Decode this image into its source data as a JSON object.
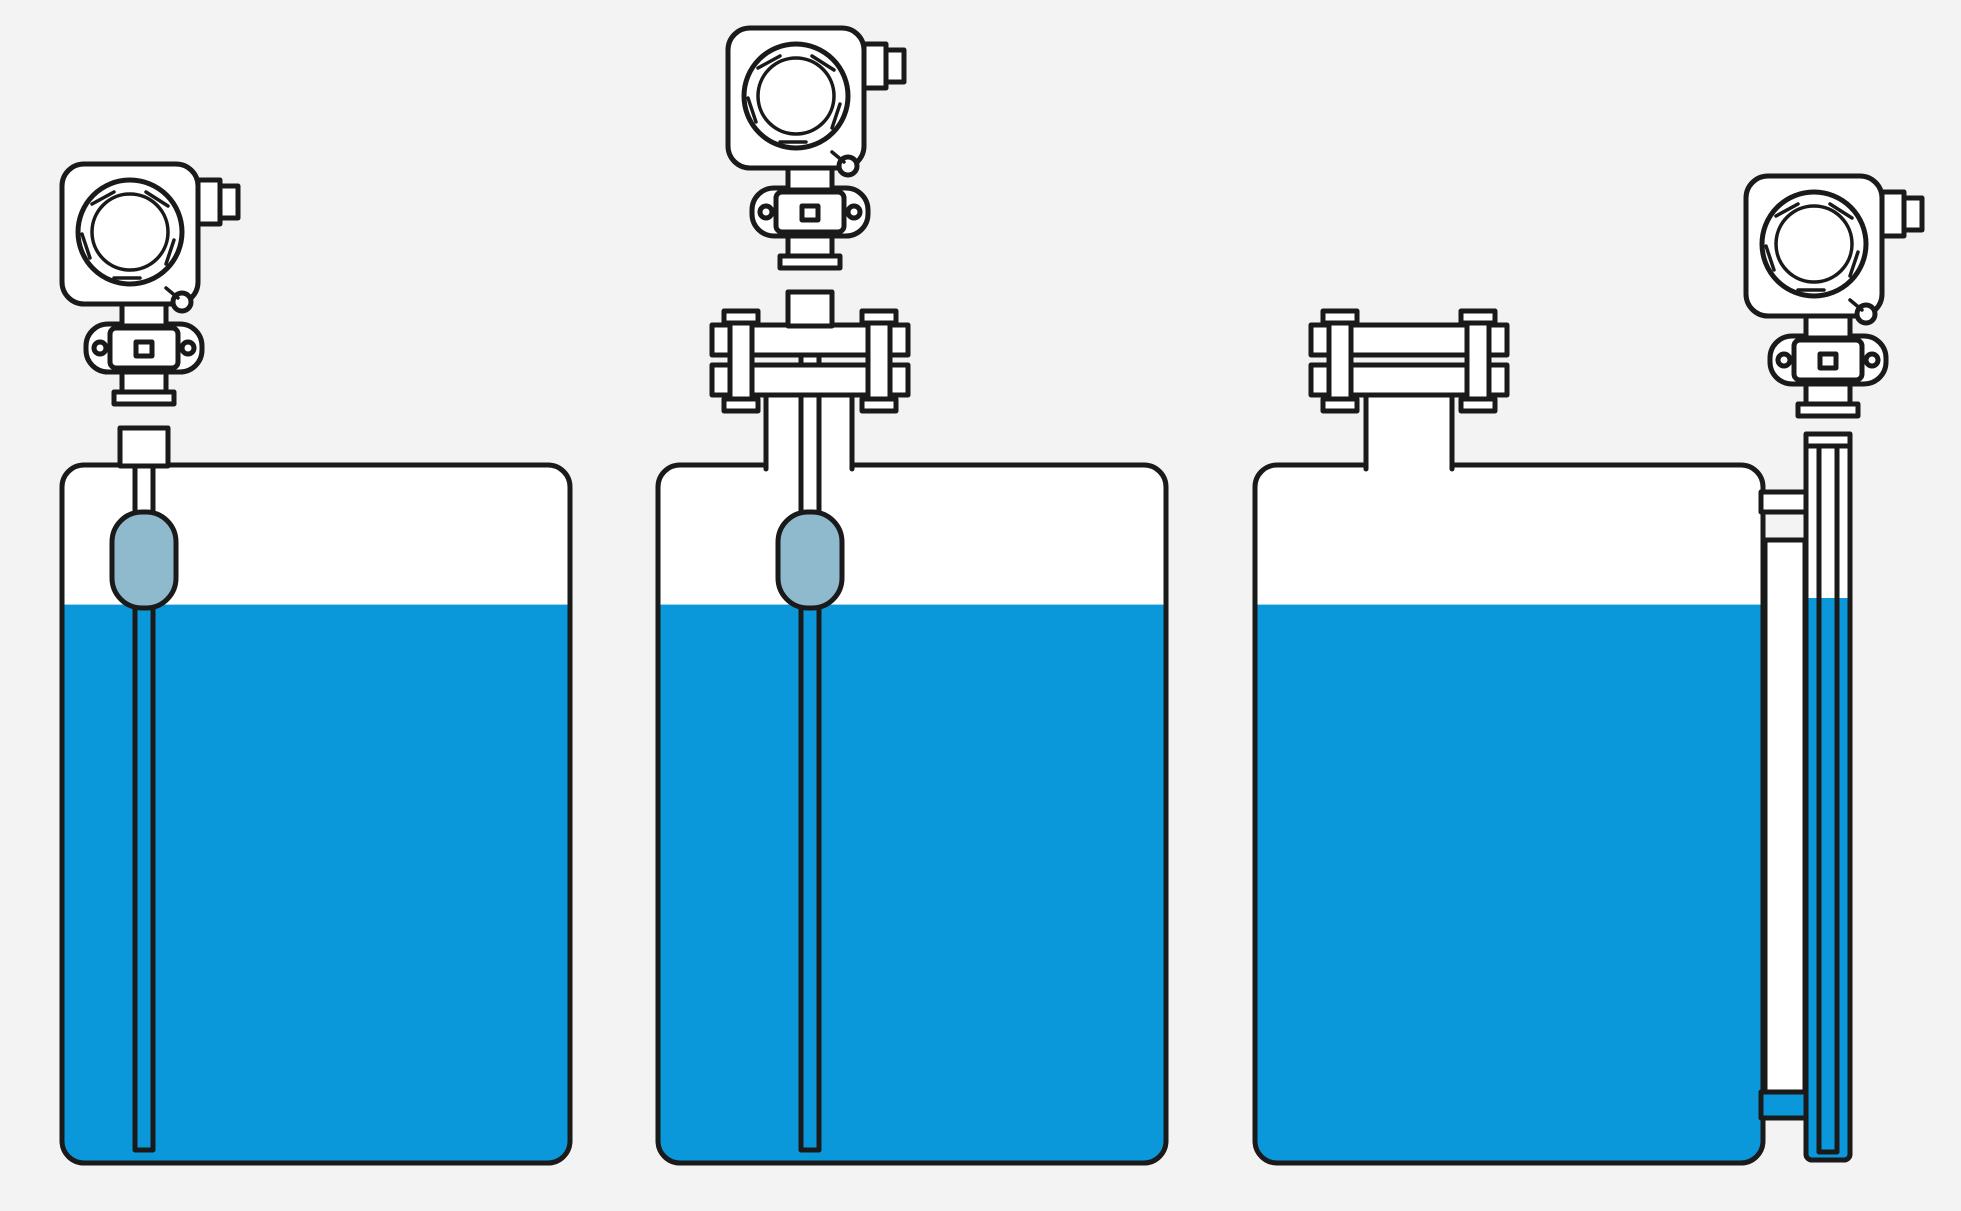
{
  "colors": {
    "background": "#f3f3f3",
    "liquid": "#0a98da",
    "tank_empty": "#ffffff",
    "float": "#8fb9cc",
    "outline": "#1a1a1a",
    "transmitter_body": "#ffffff"
  },
  "liquid_level_fraction": 0.8,
  "panels": [
    {
      "id": "top-mount-threaded",
      "has_float": true,
      "has_flange": false,
      "has_bypass": false
    },
    {
      "id": "top-mount-flanged",
      "has_float": true,
      "has_flange": true,
      "has_bypass": false
    },
    {
      "id": "side-bypass-chamber",
      "has_float": false,
      "has_flange": true,
      "has_bypass": true
    }
  ]
}
